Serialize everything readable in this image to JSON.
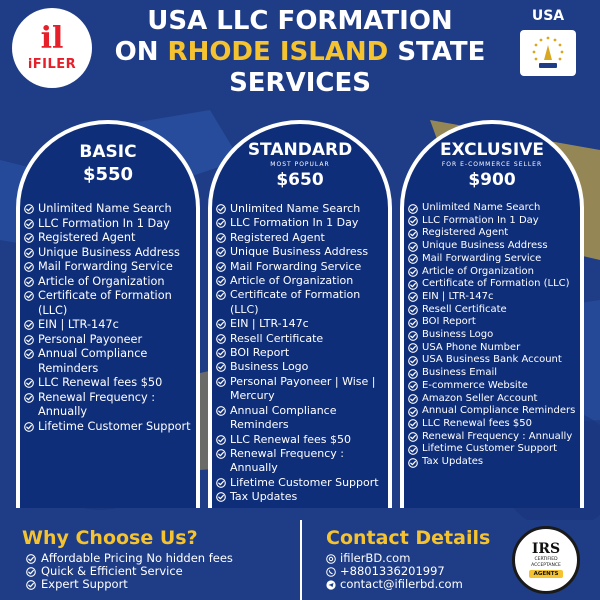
{
  "brand": {
    "name": "iFILER",
    "mark": "il"
  },
  "title": {
    "line1": "USA LLC FORMATION",
    "line2_prefix": "ON",
    "line2_highlight": "RHODE ISLAND",
    "line2_suffix": "STATE",
    "line3": "SERVICES"
  },
  "country_label": "USA",
  "colors": {
    "background": "#1f3d86",
    "card_dark": "#0f2e7a",
    "accent_yellow": "#f6c330",
    "white": "#ffffff",
    "brand_red": "#e5202a"
  },
  "plans": [
    {
      "name": "BASIC",
      "subtitle": "",
      "price": "$550",
      "features": [
        "Unlimited Name Search",
        "LLC Formation In 1 Day",
        "Registered Agent",
        "Unique Business Address",
        "Mail Forwarding Service",
        "Article of Organization",
        "Certificate of Formation (LLC)",
        "EIN | LTR-147c",
        "Personal Payoneer",
        "Annual Compliance Reminders",
        "LLC Renewal fees $50",
        "Renewal Frequency : Annually",
        "Lifetime Customer Support"
      ]
    },
    {
      "name": "STANDARD",
      "subtitle": "MOST POPULAR",
      "price": "$650",
      "features": [
        "Unlimited Name Search",
        "LLC Formation In 1 Day",
        "Registered Agent",
        "Unique Business Address",
        "Mail Forwarding Service",
        "Article of Organization",
        "Certificate of Formation (LLC)",
        "EIN | LTR-147c",
        "Resell Certificate",
        "BOI Report",
        "Business Logo",
        "Personal Payoneer | Wise | Mercury",
        "Annual Compliance Reminders",
        "LLC Renewal fees $50",
        "Renewal Frequency : Annually",
        "Lifetime Customer Support",
        "Tax Updates"
      ]
    },
    {
      "name": "EXCLUSIVE",
      "subtitle": "FOR E-COMMERCE SELLER",
      "price": "$900",
      "features": [
        "Unlimited Name Search",
        "LLC Formation In 1 Day",
        "Registered Agent",
        "Unique Business Address",
        "Mail Forwarding Service",
        "Article of Organization",
        "Certificate of Formation (LLC)",
        "EIN | LTR-147c",
        "Resell Certificate",
        "BOI Report",
        "Business Logo",
        "USA Phone Number",
        "USA Business Bank Account",
        "Business Email",
        "E-commerce Website",
        "Amazon Seller Account",
        "Annual Compliance Reminders",
        "LLC Renewal fees $50",
        "Renewal Frequency : Annually",
        "Lifetime Customer Support",
        "Tax Updates"
      ]
    }
  ],
  "why": {
    "title": "Why Choose Us?",
    "items": [
      "Affordable Pricing No hidden fees",
      "Quick & Efficient Service",
      "Expert Support"
    ]
  },
  "contact": {
    "title": "Contact Details",
    "items": [
      {
        "icon": "at-icon",
        "text": "ifilerBD.com"
      },
      {
        "icon": "whatsapp-icon",
        "text": "+8801336201997"
      },
      {
        "icon": "telegram-icon",
        "text": "contact@ifilerbd.com"
      }
    ]
  },
  "irs_badge": {
    "title": "IRS",
    "line1": "CERTIFIED",
    "line2": "ACCEPTANCE",
    "ribbon": "AGENTS"
  }
}
